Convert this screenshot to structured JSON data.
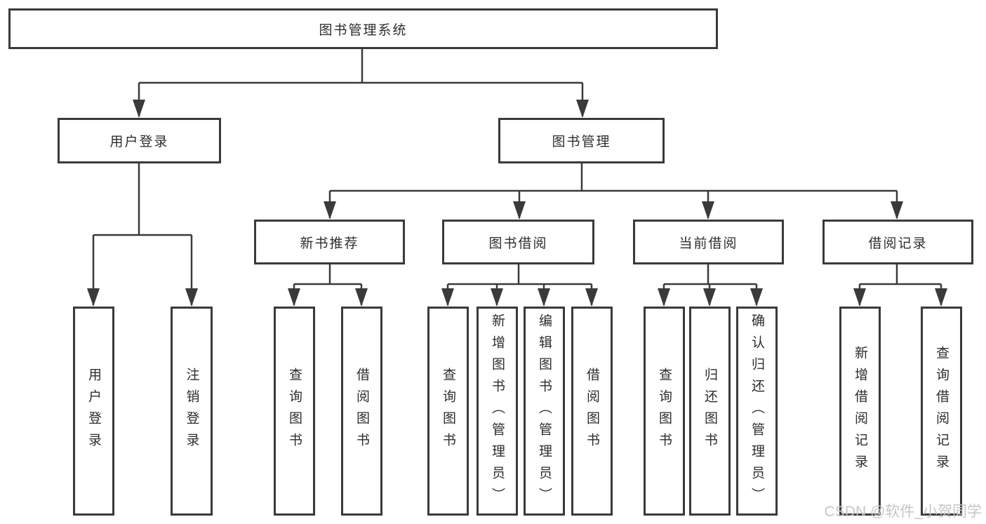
{
  "diagram": {
    "root_label": "图书管理系统",
    "level2": {
      "user_login": "用户登录",
      "book_management": "图书管理"
    },
    "level3": {
      "new_book_recommend": "新书推荐",
      "book_borrow": "图书借阅",
      "current_borrow": "当前借阅",
      "borrow_record": "借阅记录"
    },
    "leaves": {
      "user_login": [
        "用户登录",
        "注销登录"
      ],
      "new_book_recommend": [
        "查询图书",
        "借阅图书"
      ],
      "book_borrow": [
        "查询图书",
        "新增图书（管理员）",
        "编辑图书（管理员）",
        "借阅图书"
      ],
      "current_borrow": [
        "查询图书",
        "归还图书",
        "确认归还（管理员）"
      ],
      "borrow_record": [
        "新增借阅记录",
        "查询借阅记录"
      ]
    }
  },
  "watermark": {
    "text": "CSDN @软件_小贺同学"
  },
  "colors": {
    "line": "#3a3a3a",
    "text": "#2d2d2d",
    "watermark": "#c5c5c5",
    "background": "#ffffff"
  }
}
